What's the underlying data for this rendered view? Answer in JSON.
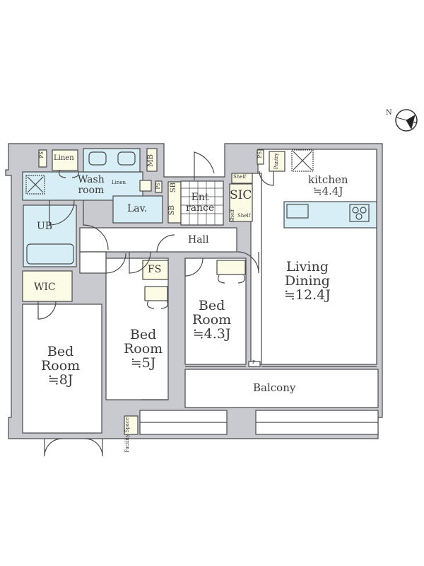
{
  "compass": {
    "label": "N"
  },
  "rooms": {
    "linen_top": "Linen",
    "ps_left": "PS",
    "wash_room": [
      "Wash",
      "room"
    ],
    "linen_small": "Linen",
    "mb": "MB",
    "ps_mid": "PS",
    "sb_top": "SB",
    "sb": "SB",
    "entrance": [
      "Ent",
      "rance"
    ],
    "shelf_top": "Shelf",
    "sic": "SIC",
    "shelf_v": "Shelf",
    "shelf_bottom": "Shelf",
    "lav": "Lav.",
    "ub": "UB",
    "hall": "Hall",
    "ps_right": "PS",
    "pantry": "Pantry",
    "kitchen": [
      "kitchen",
      "≒4.4J"
    ],
    "living_dining": [
      "Living",
      "Dining",
      "≒12.4J"
    ],
    "wic": "WIC",
    "fs": "FS",
    "bed_room_3": [
      "Bed",
      "Room",
      "≒4.3J"
    ],
    "bed_room_2": [
      "Bed",
      "Room",
      "≒5J"
    ],
    "bed_room_1": [
      "Bed",
      "Room",
      "≒8J"
    ],
    "balcony": "Balcony",
    "facility_space": [
      "Facility",
      "Space"
    ],
    "p_mark": "P"
  },
  "colors": {
    "wall": "#c9cad0",
    "wet": "#d8eef6",
    "storage": "#fbfbe6",
    "line": "#4a4a4a"
  }
}
